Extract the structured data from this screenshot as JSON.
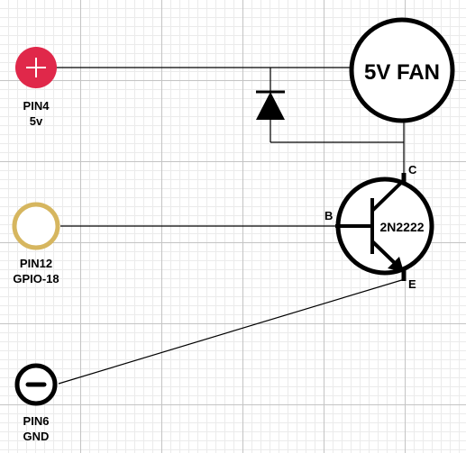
{
  "colors": {
    "wire": "#000000",
    "power_pin": "#e0284a",
    "gpio_pin": "#d6b65f",
    "ground_pin": "#000000"
  },
  "pins": {
    "power": {
      "name": "PIN4",
      "function": "5v",
      "icon": "plus-icon"
    },
    "gpio": {
      "name": "PIN12",
      "function": "GPIO-18",
      "icon": "ring-icon"
    },
    "ground": {
      "name": "PIN6",
      "function": "GND",
      "icon": "minus-icon"
    }
  },
  "fan": {
    "label": "5V FAN"
  },
  "diode": {
    "icon": "diode-icon"
  },
  "transistor": {
    "part": "2N2222",
    "collector": "C",
    "base": "B",
    "emitter": "E"
  }
}
